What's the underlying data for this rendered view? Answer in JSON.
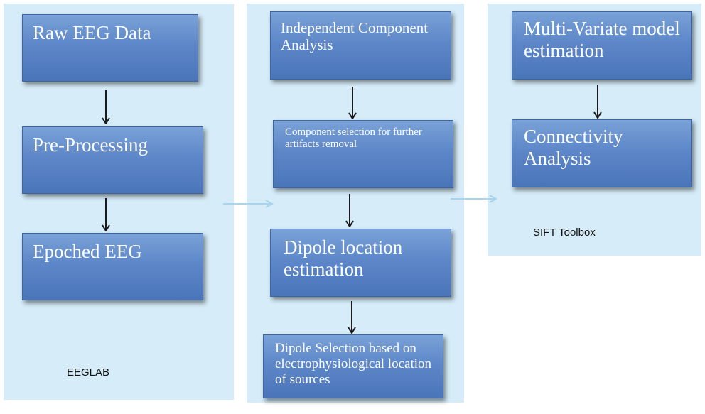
{
  "panels": {
    "eeglab": {
      "label": "EEGLAB",
      "boxes": [
        "Raw EEG Data",
        "Pre-Processing",
        "Epoched EEG"
      ]
    },
    "middle": {
      "label": "",
      "boxes": [
        "Independent Component  Analysis",
        "Component selection for further artifacts removal",
        "Dipole location estimation",
        "Dipole Selection based on electrophysiological location of sources"
      ]
    },
    "sift": {
      "label": "SIFT Toolbox",
      "boxes": [
        "Multi-Variate model estimation",
        "Connectivity Analysis"
      ]
    }
  },
  "colors": {
    "panel_bg": "#d6ecf8",
    "box_fill": "#5d87c8",
    "arrow": "#1a1a1a",
    "connector_arrow": "#a8d4ee"
  }
}
